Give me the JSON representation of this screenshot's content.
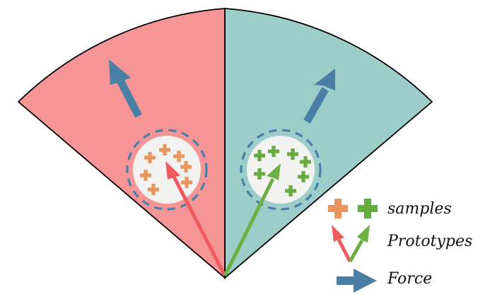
{
  "colors": {
    "left_sector": "#f59596",
    "right_sector": "#9ccdc8",
    "sample_orange": "#e99560",
    "sample_green": "#66aa40",
    "prototype_red": "#ee5a5e",
    "prototype_green": "#6cb044",
    "force_blue": "#4a7fa5",
    "dashed_ring": "#4a7fa5",
    "cluster_fill": "#f2f2f0",
    "outline": "#000000"
  },
  "icons": {
    "sample": "plus-icon",
    "prototype": "arrow-icon",
    "force": "thick-arrow-icon"
  },
  "legend": {
    "samples_label": "samples",
    "prototypes_label": "Prototypes",
    "force_label": "Force"
  }
}
